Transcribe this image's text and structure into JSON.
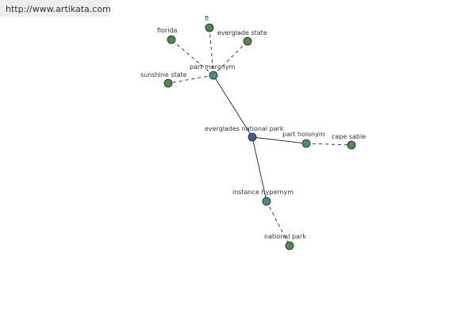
{
  "header": {
    "url": "http://www.artikata.com"
  },
  "colors": {
    "center": "#4a5a8c",
    "relation": "#4a8c8c",
    "leaf": "#4f8a4f",
    "stroke": "#222222",
    "edge": "#222222"
  },
  "graph": {
    "center": "everglades national park",
    "relations": [
      {
        "label": "part meronym",
        "words": [
          "florida",
          "fl",
          "everglade state",
          "sunshine state"
        ]
      },
      {
        "label": "part holonym",
        "words": [
          "cape sable"
        ]
      },
      {
        "label": "instance hypernym",
        "words": [
          "national park"
        ]
      }
    ]
  }
}
